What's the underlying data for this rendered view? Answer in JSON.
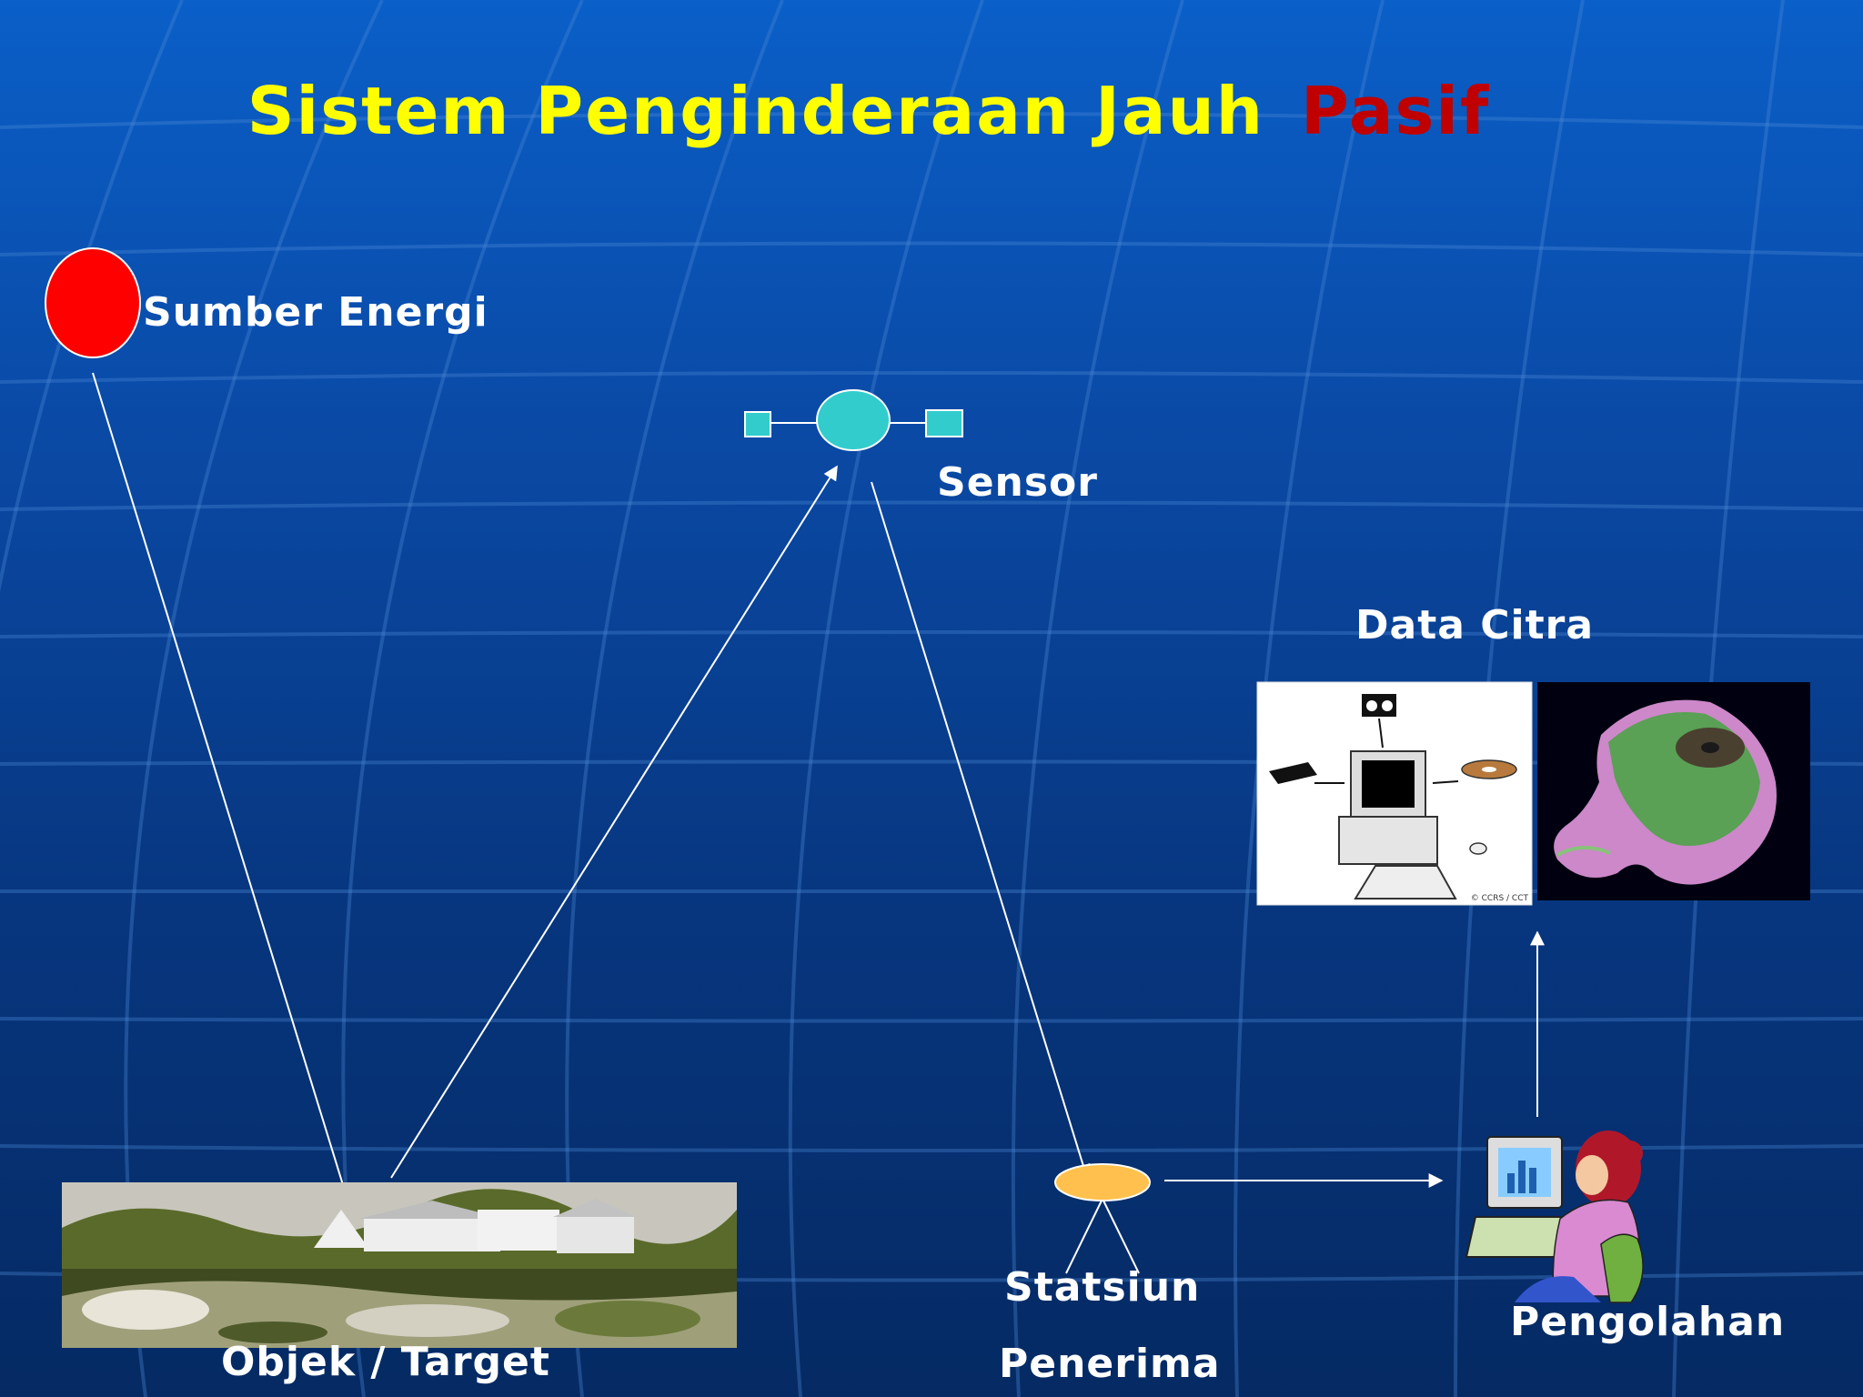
{
  "title": {
    "main": "Sistem Penginderaan Jauh",
    "accent": "Pasif"
  },
  "labels": {
    "source": "Sumber Energi",
    "sensor": "Sensor",
    "image_data": "Data Citra",
    "object": "Objek / Target",
    "station_line1": "Statsiun",
    "station_line2": "Penerima",
    "processing": "Pengolahan"
  },
  "image_credit": "© CCRS / CCT",
  "colors": {
    "title": "#ffff00",
    "accent": "#c00000",
    "energy_source": "#ff0000",
    "satellite": "#33cccc",
    "receiver": "#ffc04d",
    "arrows": "#ffffff"
  }
}
